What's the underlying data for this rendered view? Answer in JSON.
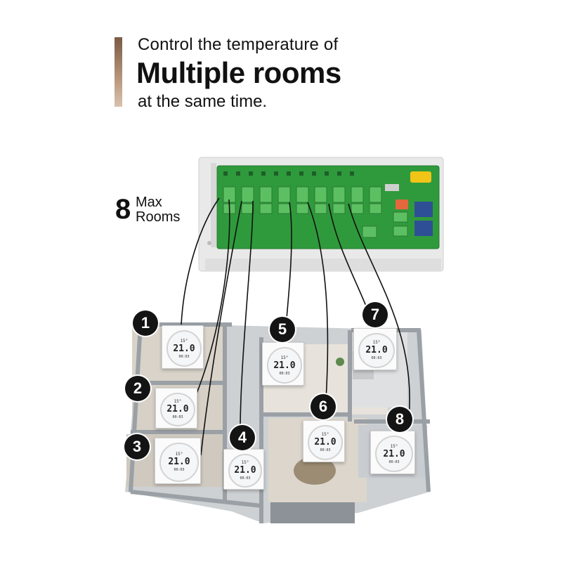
{
  "headline": {
    "line1": "Control the temperature of",
    "title": "Multiple rooms",
    "line3": "at the same time."
  },
  "max_rooms": {
    "number": "8",
    "word1": "Max",
    "word2": "Rooms"
  },
  "rooms": [
    {
      "badge": "1"
    },
    {
      "badge": "2"
    },
    {
      "badge": "3"
    },
    {
      "badge": "4"
    },
    {
      "badge": "5"
    },
    {
      "badge": "6"
    },
    {
      "badge": "7"
    },
    {
      "badge": "8"
    }
  ],
  "thermostat_display": {
    "setpoint": "15°",
    "temperature": "21.0",
    "time": "00:03"
  },
  "colors": {
    "accent": "#9a7a62",
    "pcb": "#2f9a3c",
    "terminal": "#52b35a",
    "wire": "#111111",
    "badge": "#141414"
  }
}
